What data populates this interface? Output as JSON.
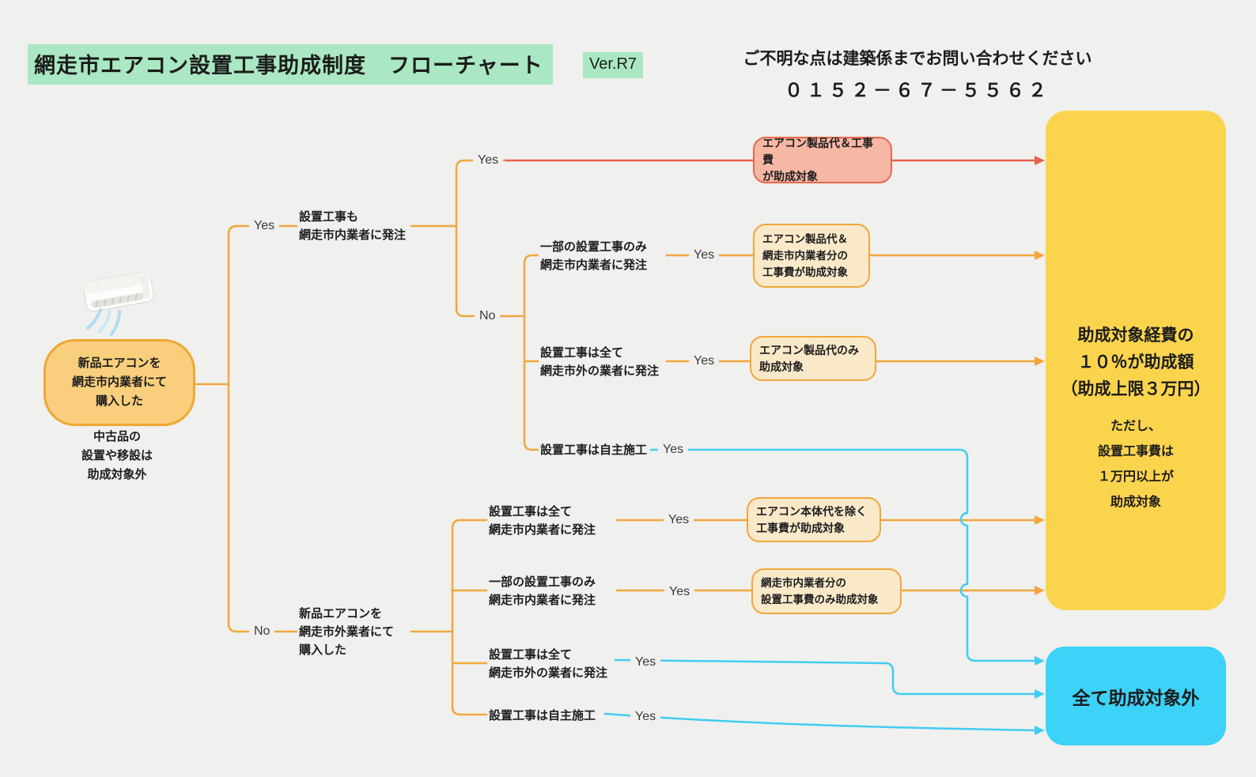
{
  "header": {
    "title": "網走市エアコン設置工事助成制度　フローチャート",
    "version": "Ver.R7",
    "contact": "ご不明な点は建築係までお問い合わせください",
    "phone": "０１５２－６７－５５６２"
  },
  "flow": {
    "yes": "Yes",
    "no": "No",
    "start_label": "新品エアコンを\n網走市内業者にて\n購入した",
    "start_note": "中古品の\n設置や移設は\n助成対象外",
    "branch_inside": "設置工事も\n網走市内業者に発注",
    "branch_outside": "新品エアコンを\n網走市外業者にて\n購入した",
    "cond_partial_inside_top": "一部の設置工事のみ\n網走市内業者に発注",
    "cond_all_outside_top": "設置工事は全て\n網走市外の業者に発注",
    "cond_self_top": "設置工事は自主施工",
    "cond_all_inside_bottom": "設置工事は全て\n網走市内業者に発注",
    "cond_partial_inside_bottom": "一部の設置工事のみ\n網走市内業者に発注",
    "cond_all_outside_bottom": "設置工事は全て\n網走市外の業者に発注",
    "cond_self_bottom": "設置工事は自主施工"
  },
  "results": {
    "product_and_labor": "エアコン製品代＆工事費\nが助成対象",
    "product_and_inside_labor": "エアコン製品代＆\n網走市内業者分の\n工事費が助成対象",
    "product_only": "エアコン製品代のみ\n助成対象",
    "labor_except_unit": "エアコン本体代を除く\n工事費が助成対象",
    "inside_labor_only": "網走市内業者分の\n設置工事費のみ助成対象",
    "subsidy_summary": "助成対象経費の\n１０％が助成額\n（助成上限３万円）",
    "subsidy_condition": "ただし、\n設置工事費は\n１万円以上が\n助成対象",
    "all_excluded": "全て助成対象外"
  },
  "icons": {
    "air_conditioner": "air-conditioner-image"
  },
  "colors": {
    "background": "#f0f0ee",
    "highlight_green": "#a9e8c2",
    "line_orange": "#f0a73c",
    "line_red": "#e8614a",
    "line_cyan": "#41ccf2",
    "node_orange_fill": "#f9cf7d",
    "result_pink_fill": "#f6b7a5",
    "result_cream_fill": "#f9e9c9",
    "final_yellow": "#fbd44d",
    "excluded_cyan": "#3dd2f7"
  }
}
